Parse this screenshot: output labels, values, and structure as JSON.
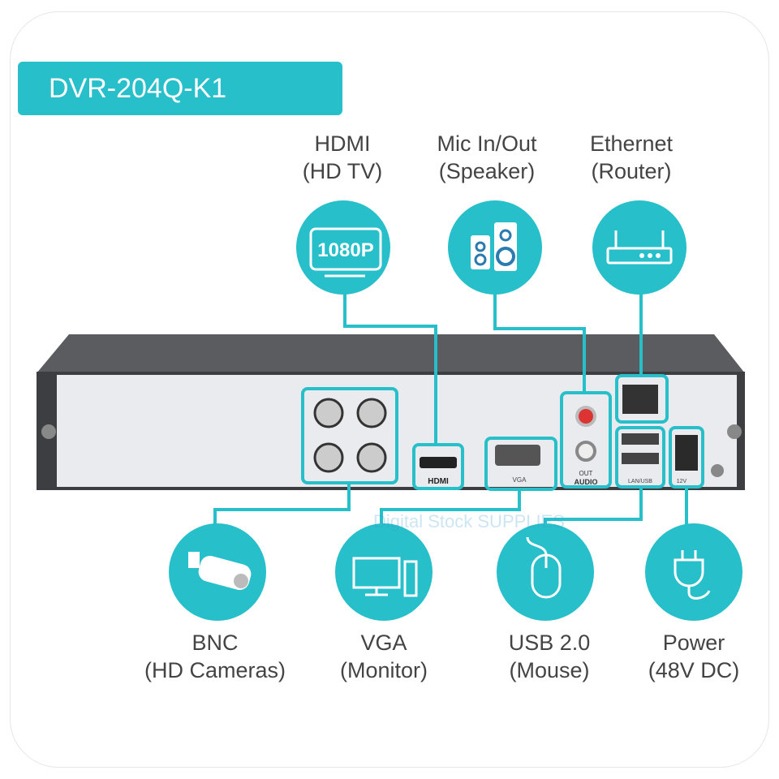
{
  "title": "DVR-204Q-K1",
  "accent": "#27bfca",
  "top_ports": [
    {
      "line1": "HDMI",
      "line2": "(HD TV)",
      "icon": "tv-1080p-icon",
      "icon_text": "1080P"
    },
    {
      "line1": "Mic In/Out",
      "line2": "(Speaker)",
      "icon": "speaker-icon"
    },
    {
      "line1": "Ethernet",
      "line2": "(Router)",
      "icon": "router-icon"
    }
  ],
  "bottom_ports": [
    {
      "line1": "BNC",
      "line2": "(HD Cameras)",
      "icon": "camera-icon"
    },
    {
      "line1": "VGA",
      "line2": "(Monitor)",
      "icon": "monitor-icon"
    },
    {
      "line1": "USB 2.0",
      "line2": "(Mouse)",
      "icon": "mouse-icon"
    },
    {
      "line1": "Power",
      "line2": "(48V DC)",
      "icon": "plug-icon"
    }
  ],
  "panel_labels": {
    "hdmi": "HDMI",
    "vga": "VGA",
    "audio_out": "OUT",
    "audio": "AUDIO",
    "lan_usb": "LAN/USB",
    "power": "12V"
  },
  "watermark": "Digital Stock SUPPLIES"
}
